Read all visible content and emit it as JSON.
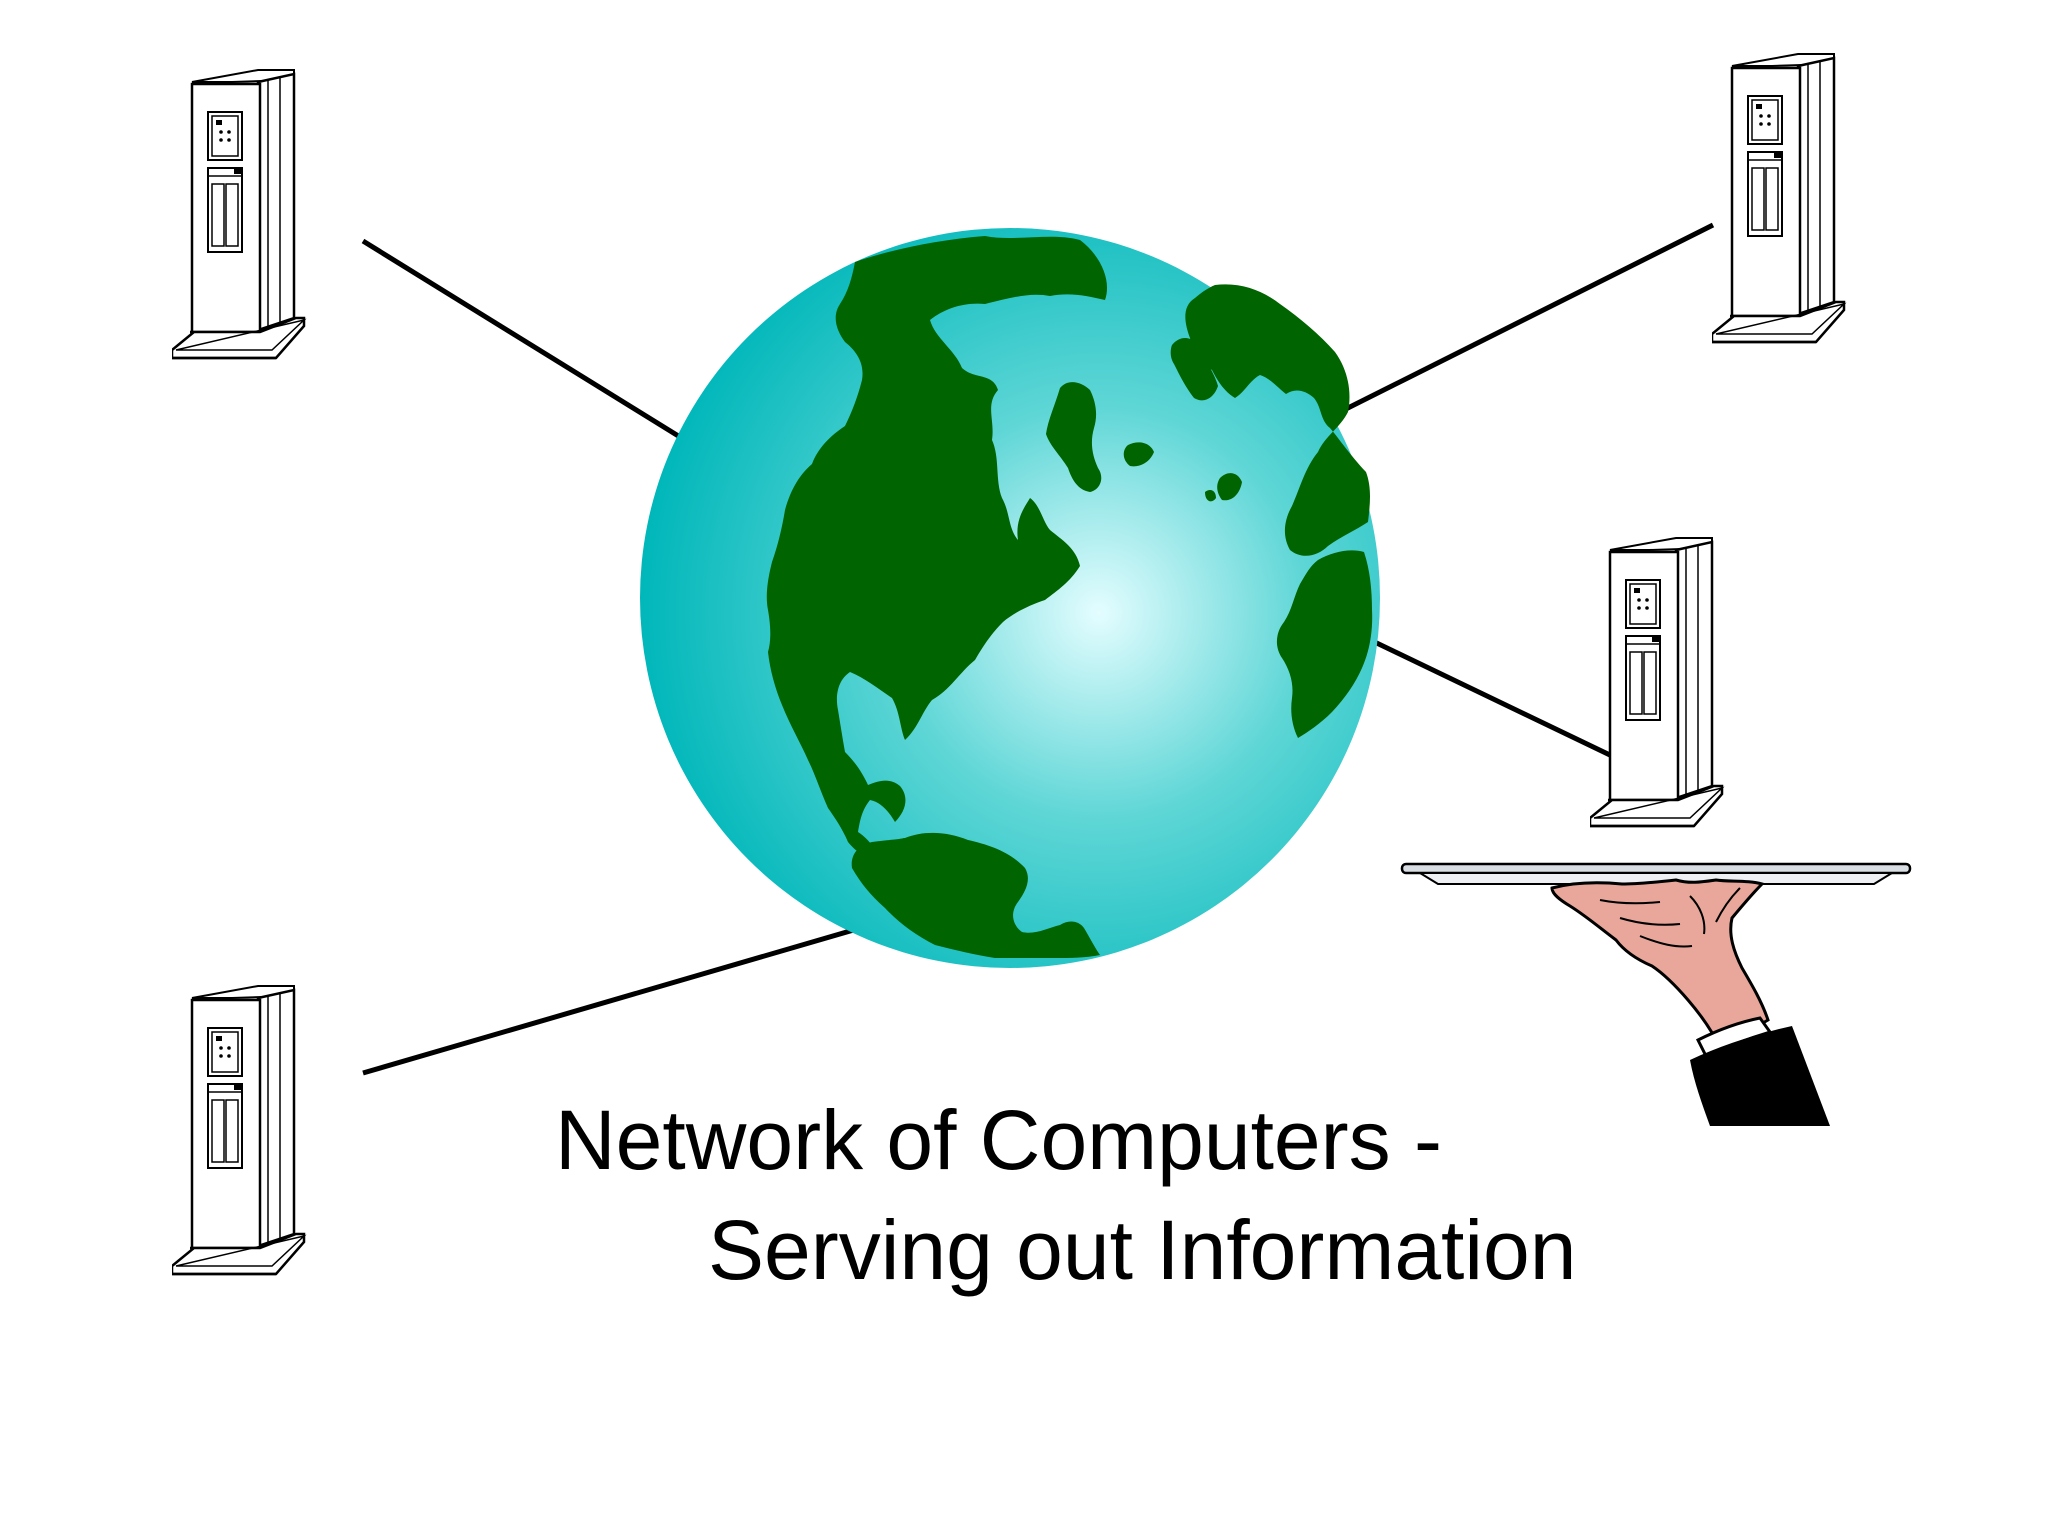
{
  "caption": {
    "line1": "Network of Computers -",
    "line2": "Serving out Information"
  },
  "servers": [
    {
      "role": "server"
    },
    {
      "role": "server"
    },
    {
      "role": "server"
    },
    {
      "role": "server-on-tray"
    }
  ],
  "colors": {
    "ocean_light": "#e4fdff",
    "ocean_mid": "#5fd6d6",
    "ocean_dark": "#00b7ba",
    "land": "#006400",
    "link_line": "#000000",
    "server_body": "#ffffff",
    "server_outline": "#000000",
    "tray": "#d9dde4",
    "hand_skin": "#e8a79a",
    "sleeve": "#000000"
  },
  "icons": {
    "globe": "globe-icon",
    "server": "server-tower-icon",
    "hand": "serving-hand-icon",
    "tray": "serving-tray-icon"
  }
}
